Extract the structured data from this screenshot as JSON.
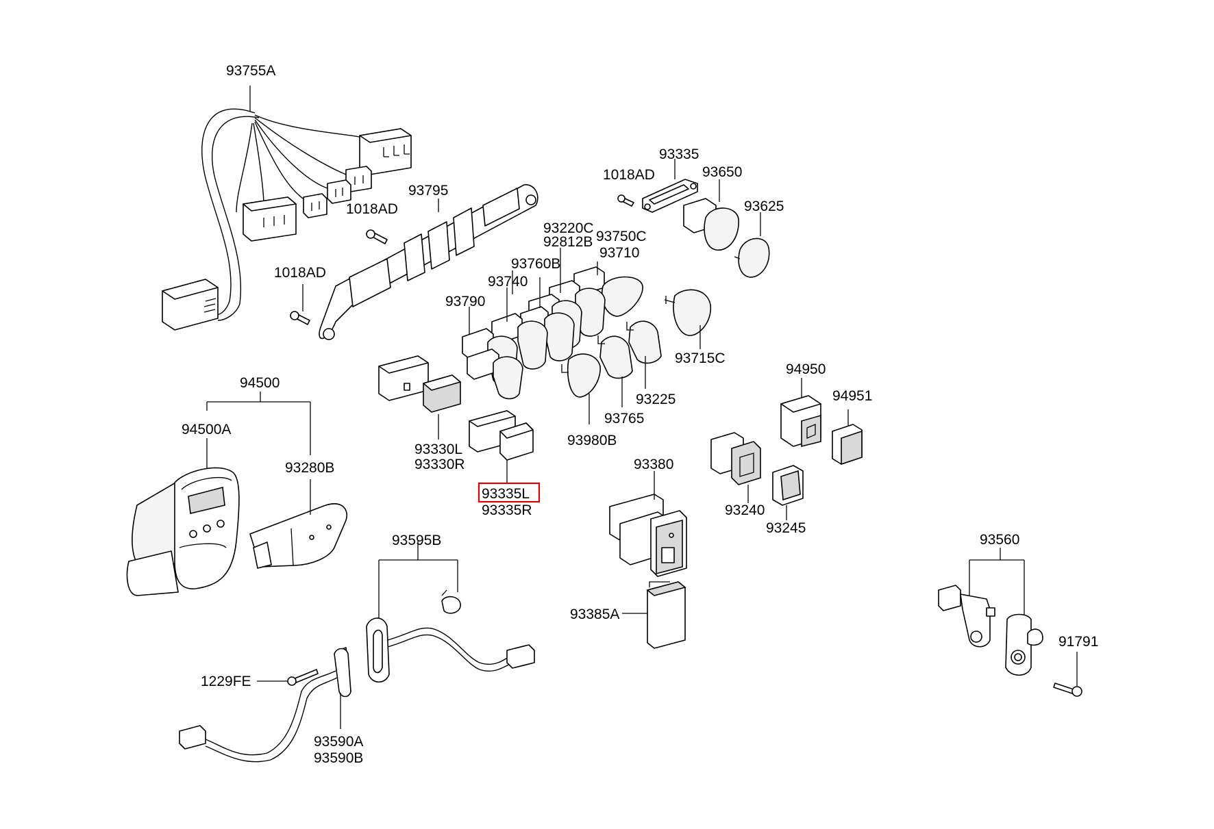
{
  "diagram": {
    "highlight_color": "#e00000",
    "labels": {
      "harness_main": "93755A",
      "bolt_a": "1018AD",
      "bolt_b": "1018AD",
      "bolt_c": "1018AD",
      "bracket": "93795",
      "sw_93335": "93335",
      "sw_93650": "93650",
      "sw_93625": "93625",
      "sw_93220c": "93220C",
      "sw_92812b": "92812B",
      "sw_93750c": "93750C",
      "sw_93710": "93710",
      "sw_93760b": "93760B",
      "sw_93740": "93740",
      "sw_93790": "93790",
      "sw_93715c": "93715C",
      "sw_93225": "93225",
      "sw_93765": "93765",
      "sw_93980b": "93980B",
      "sw_93330l": "93330L",
      "sw_93330r": "93330R",
      "sw_93335l": "93335L",
      "sw_93335r": "93335R",
      "asm_94500": "94500",
      "asm_94500a": "94500A",
      "asm_93280b": "93280B",
      "sw_94950": "94950",
      "sw_94951": "94951",
      "sw_93240": "93240",
      "sw_93245": "93245",
      "sw_93380": "93380",
      "sw_93385a": "93385A",
      "asm_93595b": "93595B",
      "screw_1229fe": "1229FE",
      "asm_93590a": "93590A",
      "asm_93590b": "93590B",
      "asm_93560": "93560",
      "screw_91791": "91791"
    }
  }
}
